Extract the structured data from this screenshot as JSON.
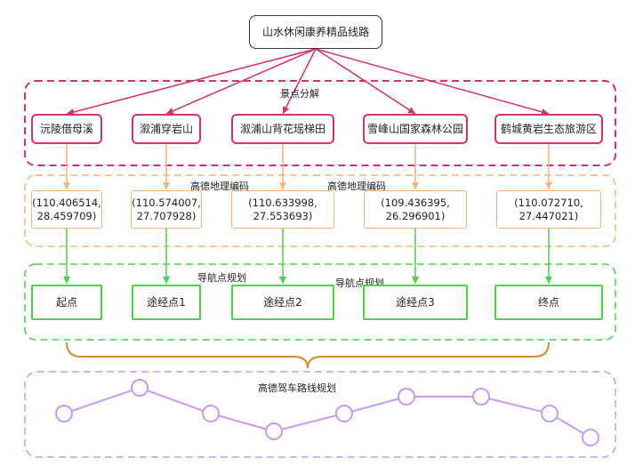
{
  "title": "山水休闲康养精品线路",
  "stages": {
    "spot_decomposition": "景点分解",
    "geocoding_left": "高德地理编码",
    "geocoding_right": "高德地理编码",
    "nav_planning_left": "导航点规划",
    "nav_planning_right": "导航点规划",
    "driving_route": "高德驾车路线规划"
  },
  "spots": [
    "沅陵借母溪",
    "溆浦穿岩山",
    "溆浦山背花瑶梯田",
    "雪峰山国家森林公园",
    "鹤城黄岩生态旅游区"
  ],
  "coordinates": [
    [
      "(110.406514,",
      "28.459709)"
    ],
    [
      "(110.574007,",
      "27.707928)"
    ],
    [
      "(110.633998,",
      "27.553693)"
    ],
    [
      "(109.436395,",
      "26.296901)"
    ],
    [
      "(110.072710,",
      "27.447021)"
    ]
  ],
  "nav_points": [
    "起点",
    "途经点1",
    "途经点2",
    "途经点3",
    "终点"
  ],
  "colors": {
    "spot": "#d6336c",
    "coord": "#f7b27a",
    "nav": "#4ad24a",
    "brace": "#d98a2b",
    "route": "#c79cf0"
  }
}
